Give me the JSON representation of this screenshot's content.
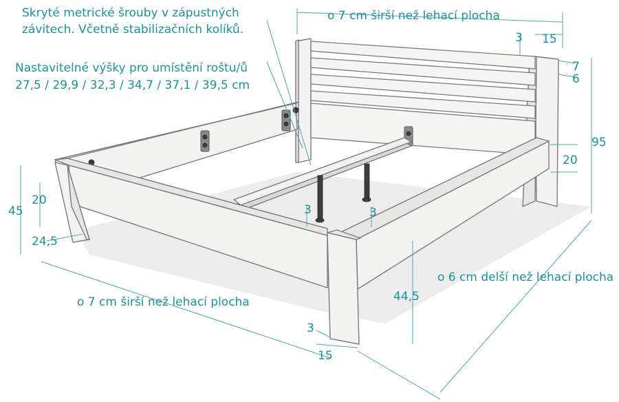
{
  "labels": {
    "screws_line1": "Skryté metrické šrouby v zápustných",
    "screws_line2": "závitech. Včetně stabilizačních kolíků.",
    "heights_line1": "Nastavitelné výšky pro umístění roštu/ů",
    "heights_line2": "27,5 / 29,9 / 32,3 / 34,7 / 37,1 / 39,5 cm",
    "headboard_width": "o 7 cm širší než lehací plocha",
    "front_width": "o 7 cm širší než lehací plocha",
    "side_length": "o 6 cm delší než lehací plocha"
  },
  "dimensions": {
    "head_post_offset": "3",
    "head_post_width": "15",
    "head_slat_top": "7",
    "head_slat_gap": "6",
    "total_height": "95",
    "side_rail_height": "20",
    "foot_height": "45",
    "foot_rail_height": "20",
    "foot_depth": "24,5",
    "slat_offset_left": "3",
    "slat_offset_right": "3",
    "rail_height": "44,5",
    "foot_post_offset": "3",
    "foot_post_width": "15"
  },
  "colors": {
    "dimension": "#1f8f9a",
    "wood_fill": "#f2f2f1",
    "outline": "#7a7a7a"
  }
}
